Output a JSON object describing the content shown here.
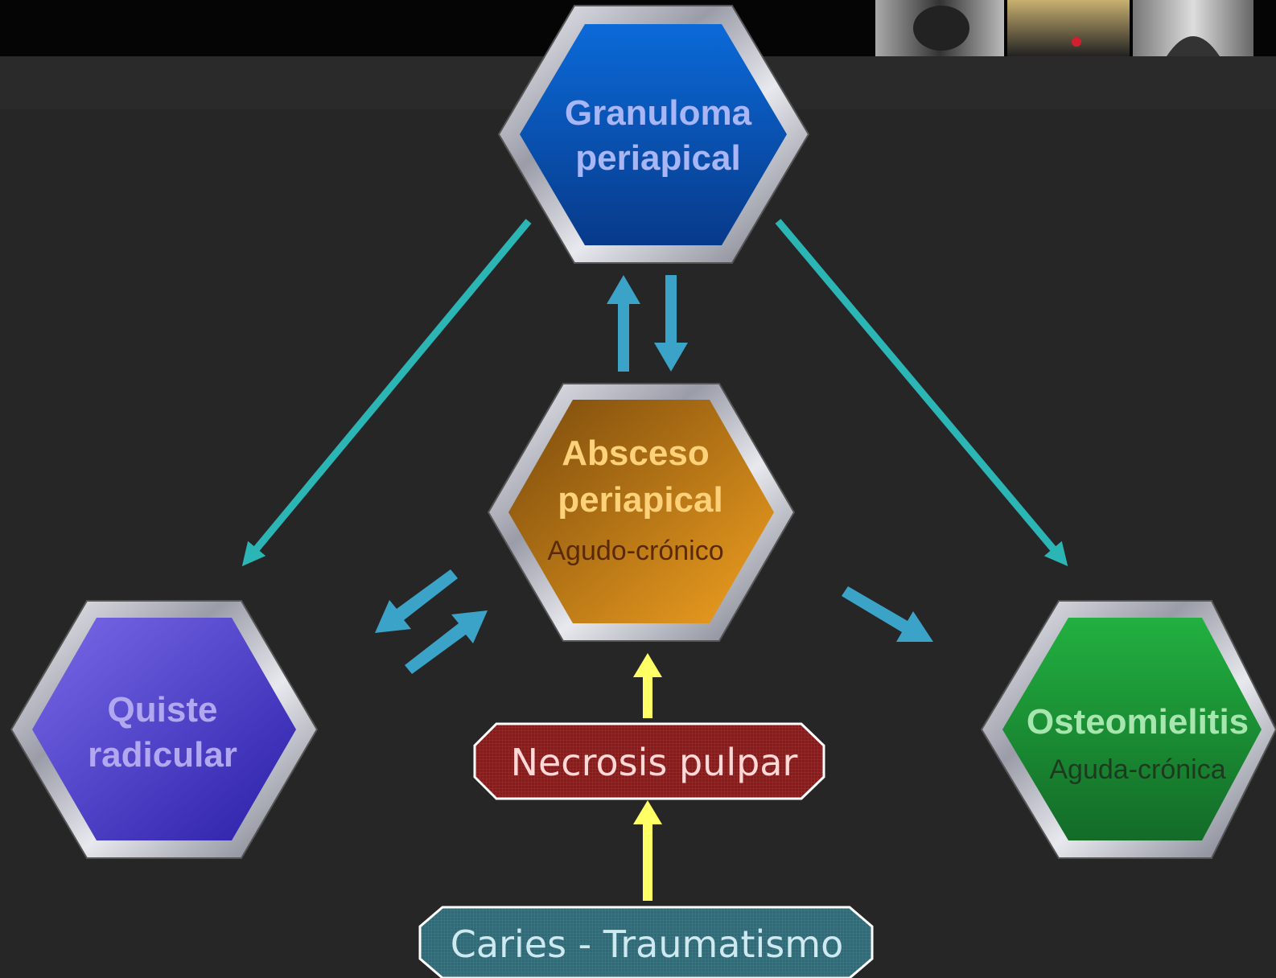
{
  "nodes": {
    "granuloma": {
      "line1": "Granuloma",
      "line2": "periapical"
    },
    "absceso": {
      "line1": "Absceso",
      "line2": "periapical",
      "sub": "Agudo-crónico"
    },
    "quiste": {
      "line1": "Quiste",
      "line2": "radicular"
    },
    "osteomielitis": {
      "line1": "Osteomielitis",
      "sub": "Aguda-crónica"
    },
    "necrosis": {
      "label": "Necrosis pulpar"
    },
    "caries": {
      "label": "Caries - Traumatismo"
    }
  },
  "colors": {
    "background": "#262626",
    "top_band": "#050505",
    "teal_arrow": "#2bb5b5",
    "blue_arrow": "#3ba3c8",
    "yellow_arrow": "#ffff66",
    "granuloma_fill": "#0a52c0",
    "granuloma_text": "#a9b6f5",
    "absceso_fill": "#c98418",
    "absceso_text": "#ffd27a",
    "absceso_sub": "#5a2a08",
    "quiste_fill": "#4a3bd6",
    "quiste_text": "#b1a8f0",
    "osteo_fill": "#1b9a38",
    "osteo_text": "#a8e6b0",
    "osteo_sub": "#1e3a1e",
    "necrosis_fill": "#8a1a1a",
    "necrosis_text": "#ffd8d8",
    "caries_fill": "#2e6a78",
    "caries_text": "#cfe9f0"
  }
}
